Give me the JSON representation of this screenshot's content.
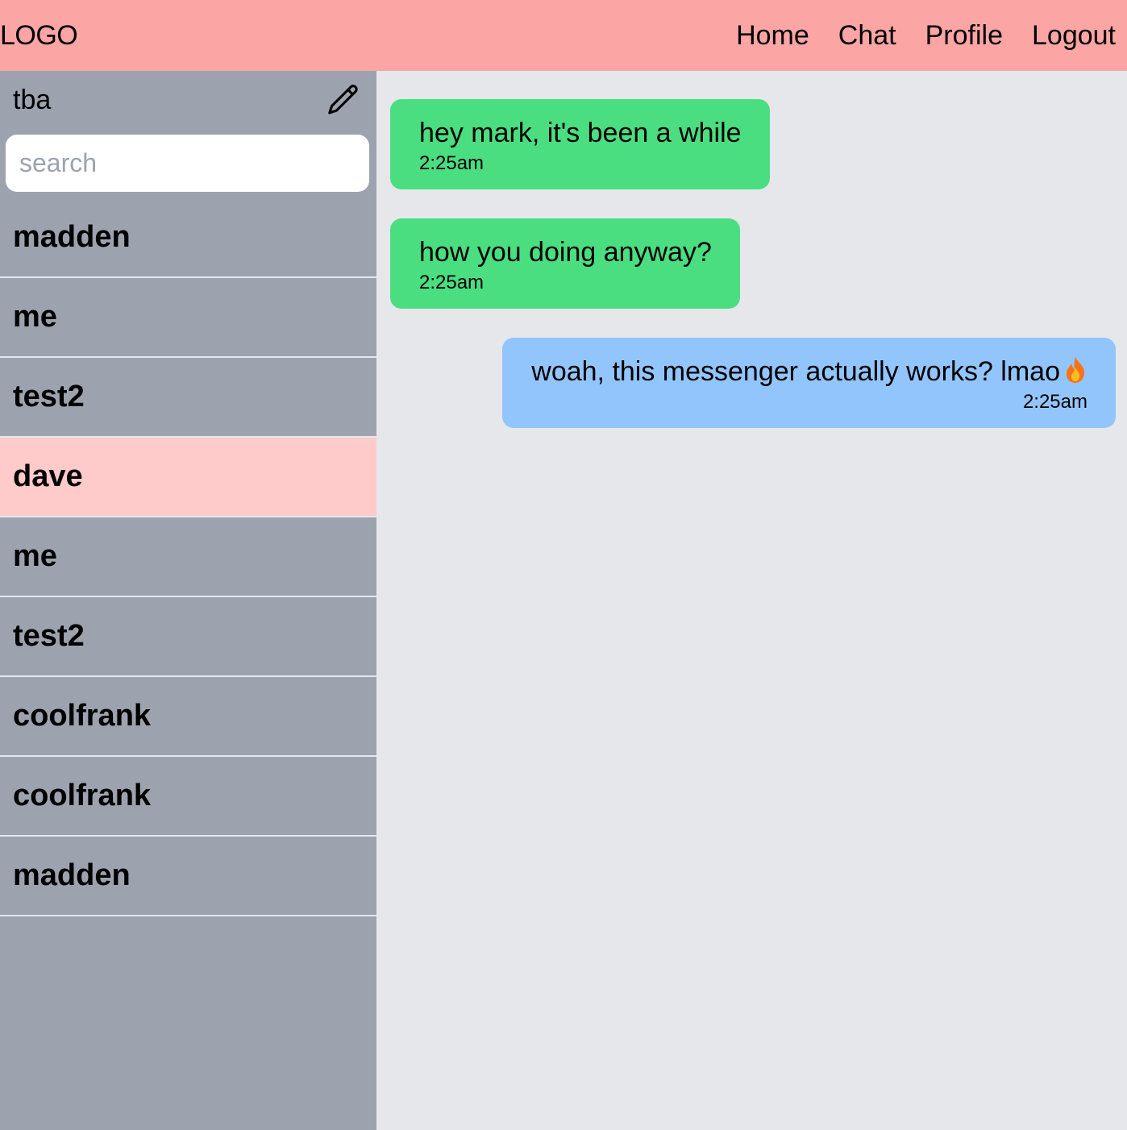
{
  "navbar": {
    "logo": "LOGO",
    "links": [
      "Home",
      "Chat",
      "Profile",
      "Logout"
    ]
  },
  "sidebar": {
    "title": "tba",
    "search_placeholder": "search",
    "contacts": [
      {
        "name": "madden",
        "active": false
      },
      {
        "name": "me",
        "active": false
      },
      {
        "name": "test2",
        "active": false
      },
      {
        "name": "dave",
        "active": true
      },
      {
        "name": "me",
        "active": false
      },
      {
        "name": "test2",
        "active": false
      },
      {
        "name": "coolfrank",
        "active": false
      },
      {
        "name": "coolfrank",
        "active": false
      },
      {
        "name": "madden",
        "active": false
      }
    ]
  },
  "messages": [
    {
      "direction": "in",
      "text": "hey mark, it's been a while",
      "time": "2:25am"
    },
    {
      "direction": "in",
      "text": "how you doing anyway?",
      "time": "2:25am"
    },
    {
      "direction": "out",
      "text": "woah, this messenger actually works? lmao",
      "emoji": "fire-icon",
      "time": "2:25am"
    }
  ],
  "colors": {
    "navbar": "#fca5a5",
    "sidebar": "#9ca3af",
    "active_contact": "#fecaca",
    "chat_bg": "#e5e7eb",
    "incoming": "#4ade80",
    "outgoing": "#93c5fd"
  }
}
